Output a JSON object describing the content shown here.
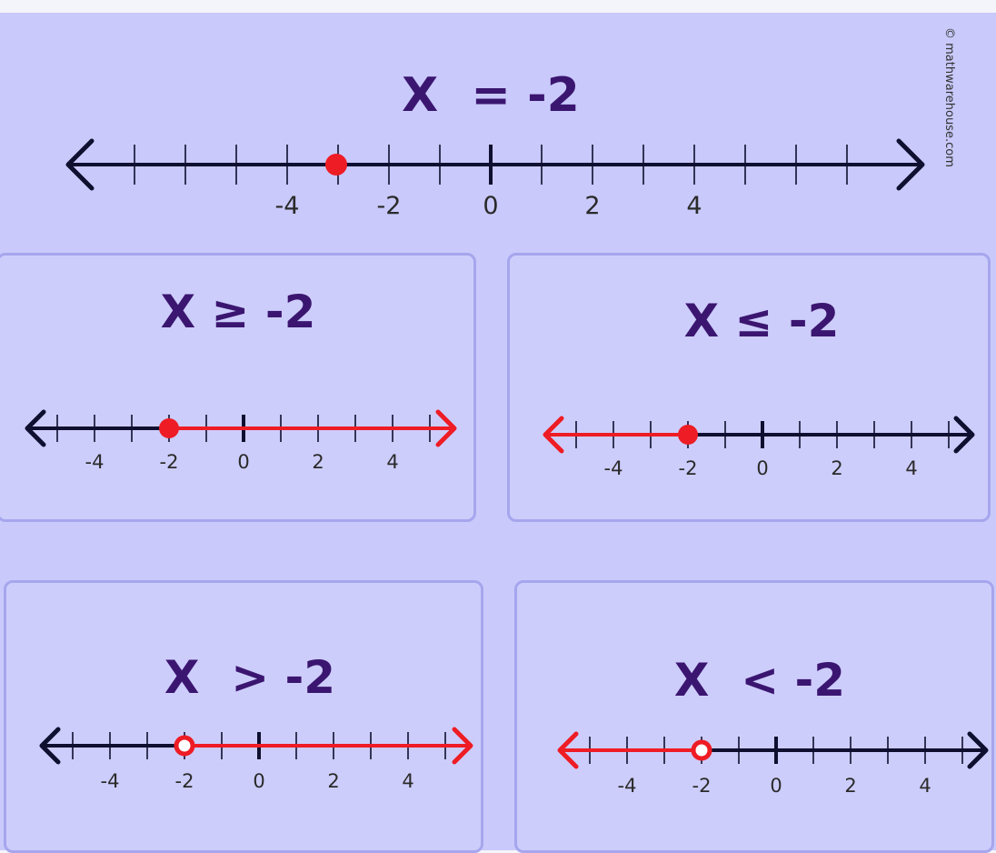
{
  "credit": "© mathwarehouse.com",
  "colors": {
    "axis": "#0f0f30",
    "highlight": "#ee1c24",
    "heading": "#3b1670",
    "background": "#c9c9fb",
    "panel_border": "#a6a6ee"
  },
  "number_lines": [
    {
      "id": "eq",
      "heading": "X  = -2",
      "point_value": -2,
      "point_style": "filled",
      "shaded_direction": "none",
      "tick_labels": [
        "-4",
        "-2",
        "0",
        "2",
        "4"
      ]
    },
    {
      "id": "ge",
      "heading": "X ≥ -2",
      "point_value": -2,
      "point_style": "filled",
      "shaded_direction": "right",
      "tick_labels": [
        "-4",
        "-2",
        "0",
        "2",
        "4"
      ]
    },
    {
      "id": "le",
      "heading": "X ≤ -2",
      "point_value": -2,
      "point_style": "filled",
      "shaded_direction": "left",
      "tick_labels": [
        "-4",
        "-2",
        "0",
        "2",
        "4"
      ]
    },
    {
      "id": "gt",
      "heading": "X  > -2",
      "point_value": -2,
      "point_style": "open",
      "shaded_direction": "right",
      "tick_labels": [
        "-4",
        "-2",
        "0",
        "2",
        "4"
      ]
    },
    {
      "id": "lt",
      "heading": "X  < -2",
      "point_value": -2,
      "point_style": "open",
      "shaded_direction": "left",
      "tick_labels": [
        "-4",
        "-2",
        "0",
        "2",
        "4"
      ]
    }
  ]
}
